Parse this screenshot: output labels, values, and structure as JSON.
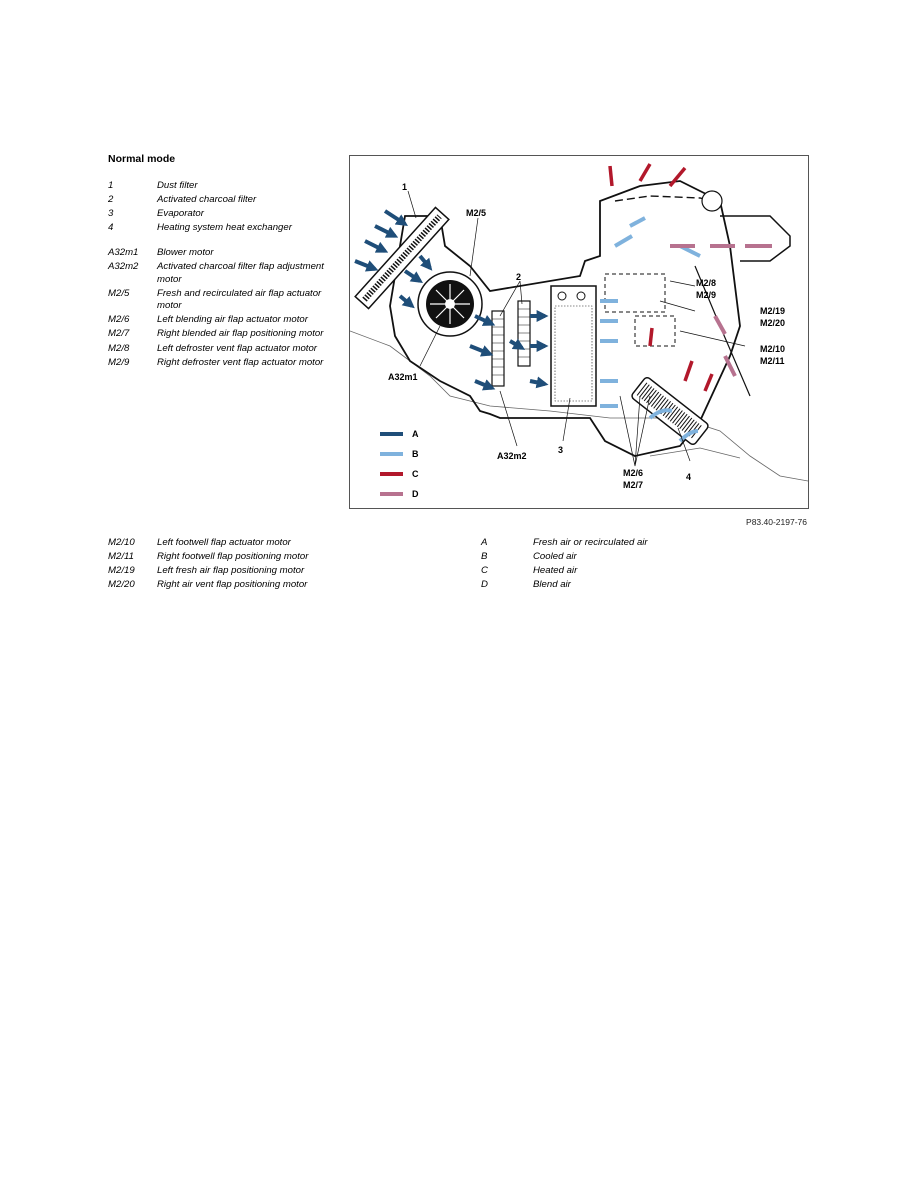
{
  "section_title": "Normal mode",
  "components": [
    {
      "code": "1",
      "text": "Dust filter"
    },
    {
      "code": "2",
      "text": "Activated charcoal filter"
    },
    {
      "code": "3",
      "text": "Evaporator"
    },
    {
      "code": "4",
      "text": "Heating system heat exchanger"
    }
  ],
  "motors": [
    {
      "code": "A32m1",
      "text": "Blower motor"
    },
    {
      "code": "A32m2",
      "text": "Activated charcoal filter flap adjustment motor"
    },
    {
      "code": "M2/5",
      "text": "Fresh and recirculated air flap actuator motor"
    },
    {
      "code": "M2/6",
      "text": "Left blending air flap actuator motor"
    },
    {
      "code": "M2/7",
      "text": "Right blended air flap positioning motor"
    },
    {
      "code": "M2/8",
      "text": "Left defroster vent flap actuator motor"
    },
    {
      "code": "M2/9",
      "text": "Right defroster vent flap actuator motor"
    }
  ],
  "more_motors": [
    {
      "code": "M2/10",
      "text": "Left footwell flap actuator motor"
    },
    {
      "code": "M2/11",
      "text": "Right footwell flap positioning motor"
    },
    {
      "code": "M2/19",
      "text": "Left fresh air flap positioning motor"
    },
    {
      "code": "M2/20",
      "text": "Right air vent flap positioning motor"
    }
  ],
  "air_types": [
    {
      "code": "A",
      "text": "Fresh air or recirculated air",
      "color": "#1f4e79"
    },
    {
      "code": "B",
      "text": "Cooled air",
      "color": "#7fb2dd"
    },
    {
      "code": "C",
      "text": "Heated air",
      "color": "#b2182b"
    },
    {
      "code": "D",
      "text": "Blend air",
      "color": "#b7728f"
    }
  ],
  "figure_labels": {
    "l1": "1",
    "l2": "2",
    "l3": "3",
    "l4": "4",
    "m25": "M2/5",
    "m28": "M2/8",
    "m29": "M2/9",
    "m219": "M2/19",
    "m220": "M2/20",
    "m210": "M2/10",
    "m211": "M2/11",
    "m26": "M2/6",
    "m27": "M2/7",
    "a32m1": "A32m1",
    "a32m2": "A32m2",
    "keyA": "A",
    "keyB": "B",
    "keyC": "C",
    "keyD": "D"
  },
  "figure_ref": "P83.40-2197-76"
}
